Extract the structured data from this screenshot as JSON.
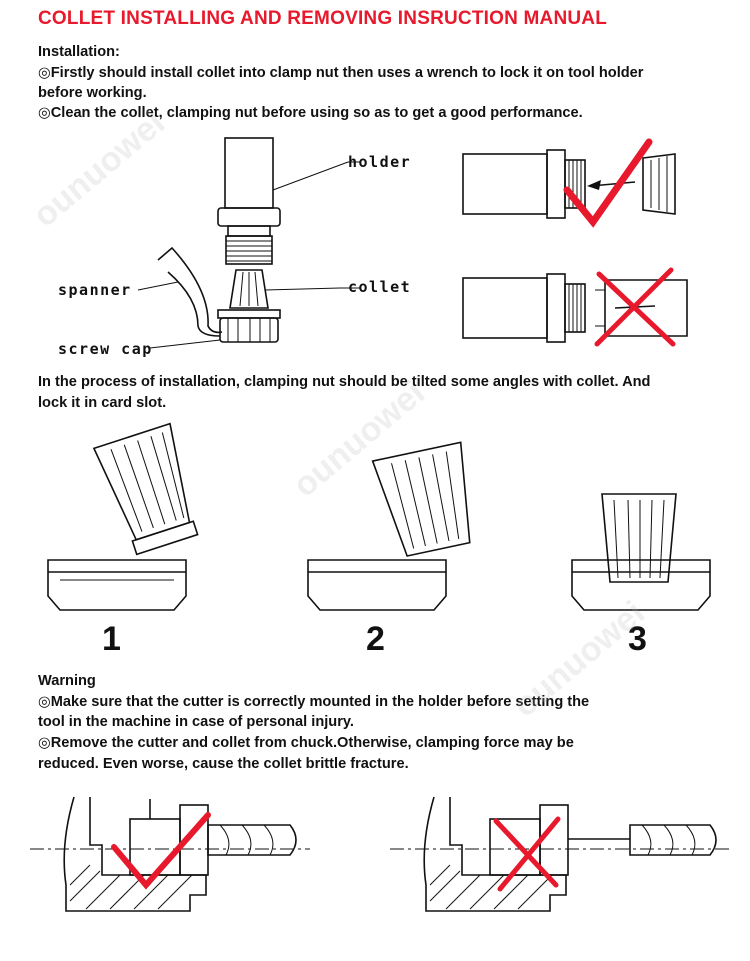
{
  "title": "COLLET INSTALLING AND REMOVING INSRUCTION MANUAL",
  "installation": {
    "heading": "Installation:",
    "line1": "◎Firstly should install collet into clamp nut then uses a wrench to lock it on tool holder",
    "line2": "before working.",
    "line3": "◎Clean the collet, clamping nut before using so as to get a  good performance."
  },
  "diagram_labels": {
    "holder": "holder",
    "collet": "collet",
    "spanner": "spanner",
    "screw_cap": "screw cap"
  },
  "process": {
    "line1": "In the process of installation, clamping nut should be tilted some angles with collet. And",
    "line2": "lock it in card slot."
  },
  "steps": [
    "1",
    "2",
    "3"
  ],
  "warning": {
    "heading": "Warning",
    "line1": "◎Make sure that the cutter is correctly mounted in the holder before setting the",
    "line2": "tool in the machine in case of personal injury.",
    "line3": "◎Remove the cutter and collet from chuck.Otherwise, clamping force may be",
    "line4": "reduced. Even worse, cause the collet brittle fracture."
  },
  "watermark": "ounuowei",
  "colors": {
    "accent_red": "#e8192c",
    "text": "#111111"
  },
  "icons": [
    "check-mark-icon",
    "cross-mark-icon"
  ]
}
